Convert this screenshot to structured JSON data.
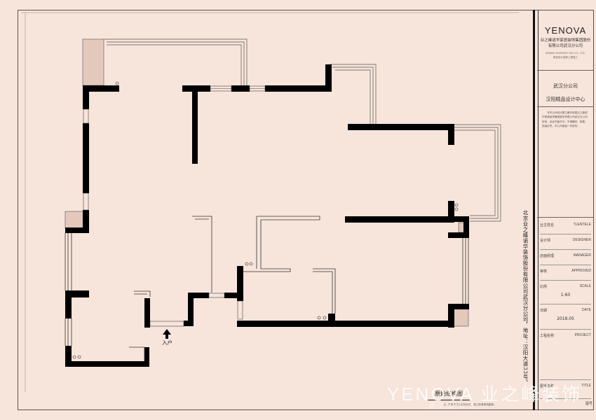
{
  "titleblock": {
    "brand": "YENOVA",
    "company_line1": "业之峰诺华家居装饰集团股份",
    "company_line2": "有限公司武汉分公司",
    "english_name": "BEIJING ZHONGYE TAO CO., LTD.",
    "small_slogan": "原创设计装饰工程施工",
    "office": "武汉分公司",
    "studio": "汉阳精品设计中心",
    "notice": "本本公司设计图之著作权属业之峰诺华家居装饰集团股份有限公司武汉分公司所有，未经书面许可，不得翻印、转载，违者必究，本公司保留一切权利。",
    "rows": [
      {
        "l": "业主姓名",
        "r": "TLENTELE",
        "v": ""
      },
      {
        "l": "设计师",
        "r": "DESIGNER",
        "v": ""
      },
      {
        "l": "店面经理",
        "r": "MANAGER",
        "v": ""
      },
      {
        "l": "审核",
        "r": "APPROVED",
        "v": ""
      },
      {
        "l": "比例",
        "r": "SCALE",
        "v": "1:60"
      },
      {
        "l": "日期",
        "r": "DATE",
        "v": "2018.05"
      },
      {
        "l": "工程名称",
        "r": "PROJECT",
        "v": ""
      },
      {
        "l": "图纸名称",
        "r": "TITLE",
        "v": ""
      }
    ],
    "sheet_id": "图号",
    "vertical_address": "北京业之峰诺华装饰股份有限公司武汉分公司，地址：汉阳大道33号。"
  },
  "plan": {
    "title": "原始结构图",
    "note": "注：本图尺寸以实际为准，施工前请现场复核。",
    "entry": "入户"
  },
  "watermark": {
    "brand": "YENOVA 业之峰装饰",
    "sub": "武汉分公司"
  }
}
